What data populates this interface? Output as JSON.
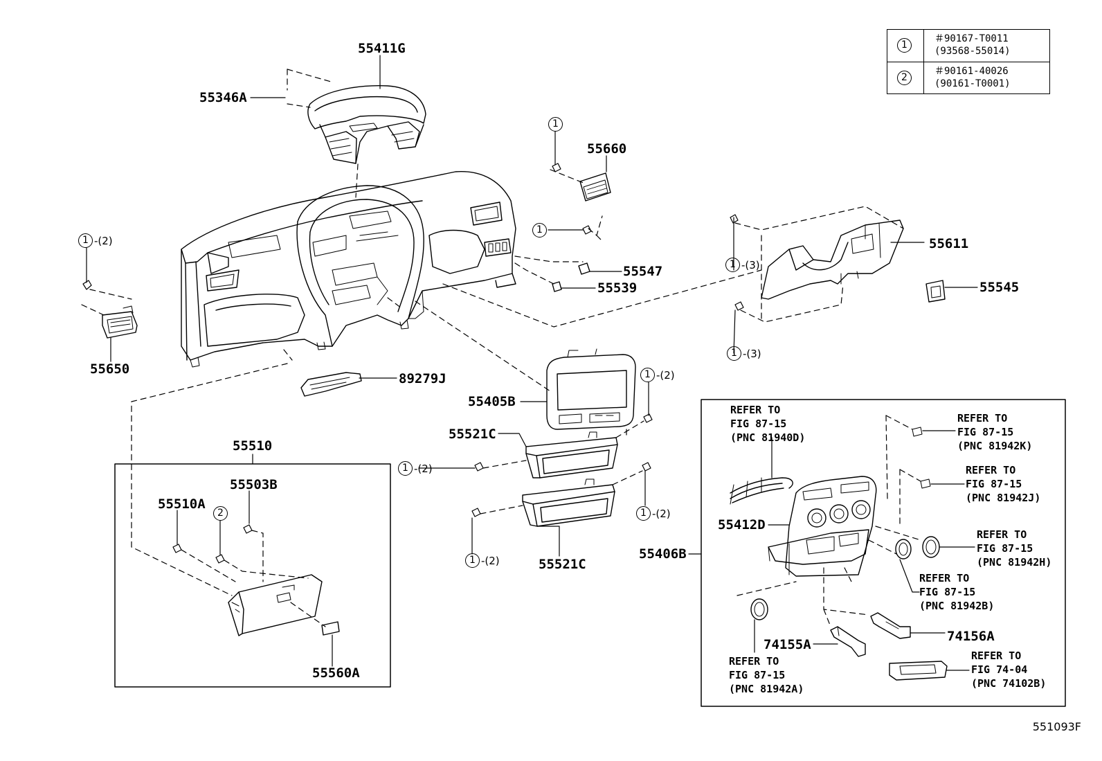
{
  "legend": {
    "rows": [
      {
        "symbol": "1",
        "line1": "＃90167-T0011",
        "line2": "(93568-55014)"
      },
      {
        "symbol": "2",
        "line1": "＃90161-40026",
        "line2": "(90161-T0001)"
      }
    ]
  },
  "parts": {
    "p55411G": "55411G",
    "p55346A": "55346A",
    "p55660": "55660",
    "p55547": "55547",
    "p55539": "55539",
    "p55611": "55611",
    "p55545": "55545",
    "p55650": "55650",
    "p89279J": "89279J",
    "p55405B": "55405B",
    "p55521C_top": "55521C",
    "p55521C_bottom": "55521C",
    "p55510": "55510",
    "p55503B": "55503B",
    "p55510A": "55510A",
    "p55560A": "55560A",
    "p55412D": "55412D",
    "p55406B": "55406B",
    "p74155A": "74155A",
    "p74156A": "74156A"
  },
  "refs": {
    "r1": {
      "l1": "REFER TO",
      "l2": "FIG 87-15",
      "l3": "(PNC 81940D)"
    },
    "r2": {
      "l1": "REFER TO",
      "l2": "FIG 87-15",
      "l3": "(PNC 81942K)"
    },
    "r3": {
      "l1": "REFER TO",
      "l2": "FIG 87-15",
      "l3": "(PNC 81942J)"
    },
    "r4": {
      "l1": "REFER TO",
      "l2": "FIG 87-15",
      "l3": "(PNC 81942H)"
    },
    "r5": {
      "l1": "REFER TO",
      "l2": "FIG 87-15",
      "l3": "(PNC 81942B)"
    },
    "r6": {
      "l1": "REFER TO",
      "l2": "FIG 87-15",
      "l3": "(PNC 81942A)"
    },
    "r7": {
      "l1": "REFER TO",
      "l2": "FIG 74-04",
      "l3": "(PNC 74102B)"
    }
  },
  "callouts": {
    "c1": {
      "sym": "1",
      "suffix": ""
    },
    "c2": {
      "sym": "1",
      "suffix": "-(2)"
    },
    "c3": {
      "sym": "1",
      "suffix": ""
    },
    "c4": {
      "sym": "1",
      "suffix": "-(3)"
    },
    "c5": {
      "sym": "1",
      "suffix": "-(3)"
    },
    "c6": {
      "sym": "1",
      "suffix": "-(2)"
    },
    "c7": {
      "sym": "1",
      "suffix": "-(2)"
    },
    "c8": {
      "sym": "1",
      "suffix": "-(2)"
    },
    "c9": {
      "sym": "1",
      "suffix": "-(2)"
    },
    "c10": {
      "sym": "2",
      "suffix": ""
    }
  },
  "drawing_id": "551093F"
}
